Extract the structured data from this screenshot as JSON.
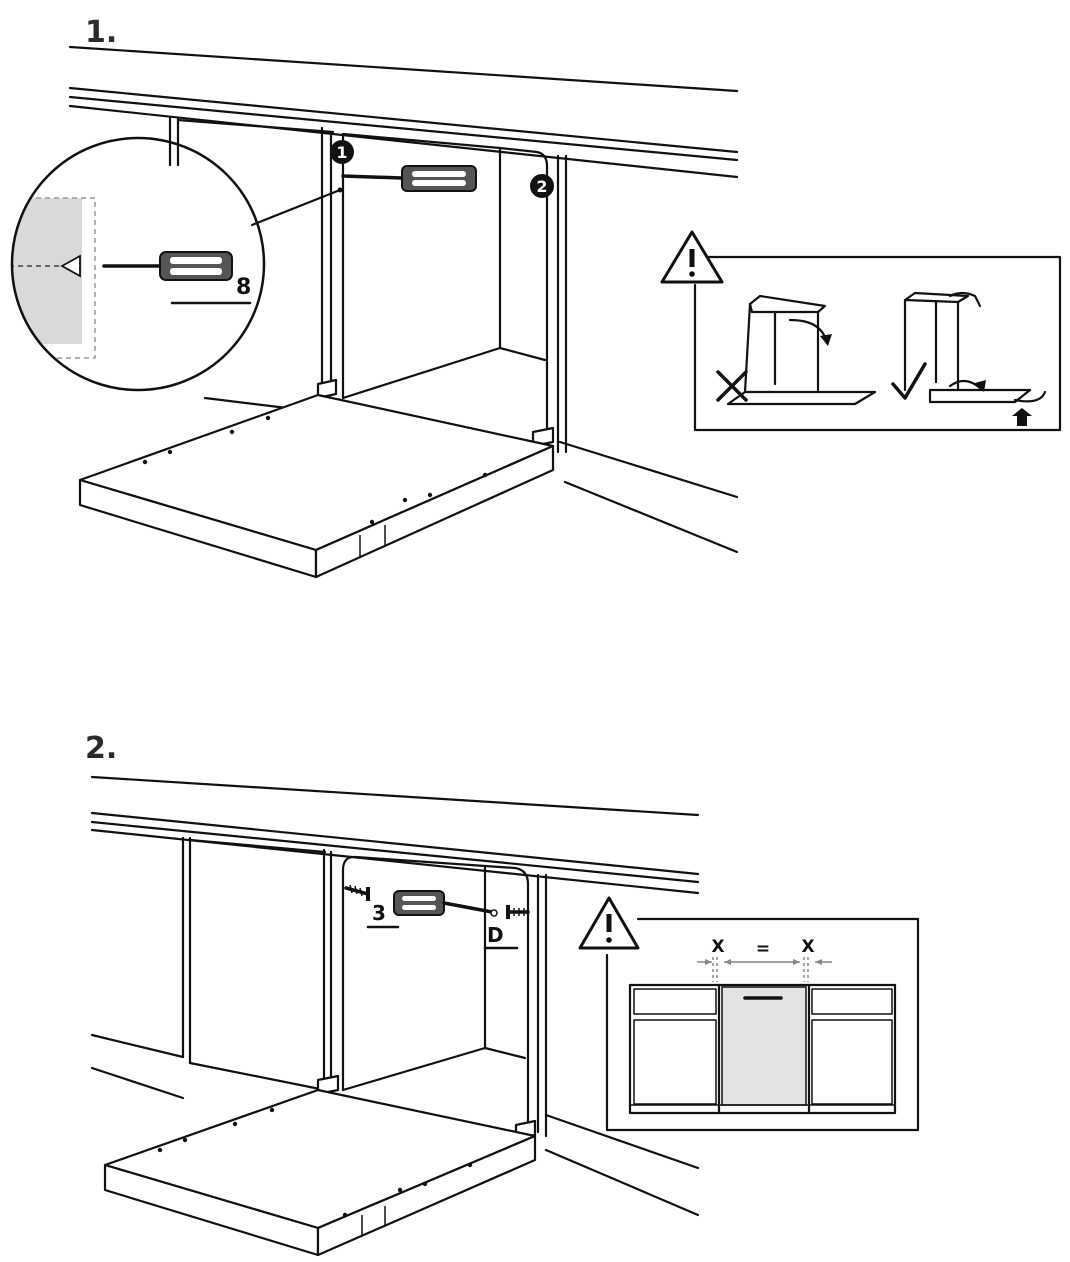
{
  "steps": {
    "step1": {
      "number": "1."
    },
    "step2": {
      "number": "2."
    }
  },
  "step1": {
    "callout_1": "1",
    "callout_2": "2",
    "detail_screw_count": "8",
    "warning_icon": "warning-triangle-icon",
    "wrong_mark_icon": "cross-icon",
    "right_mark_icon": "check-icon"
  },
  "step2": {
    "screw_count": "3",
    "part_label": "D",
    "dimension_left": "X",
    "dimension_equals": "=",
    "dimension_right": "X",
    "warning_icon": "warning-triangle-icon"
  },
  "colors": {
    "line": "#111111",
    "screwdriver_handle": "#555555",
    "detail_fill": "#d9d9d9",
    "appliance_fill": "#e3e3e3",
    "dimension_arrow": "#888888"
  }
}
